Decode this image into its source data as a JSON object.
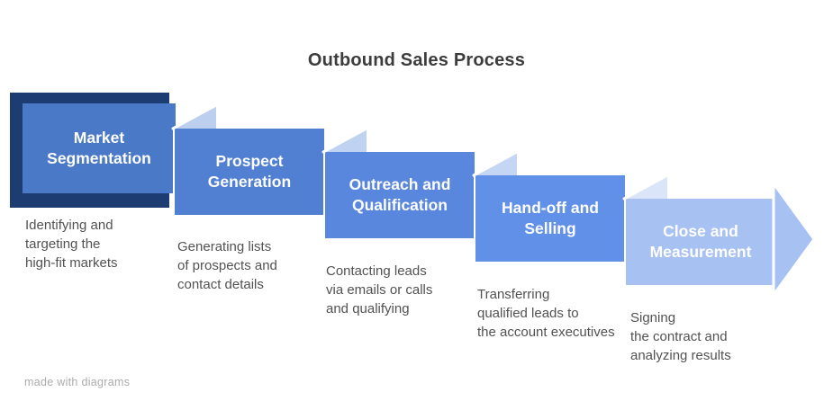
{
  "title": "Outbound Sales Process",
  "watermark": "made with diagrams",
  "colors": {
    "shadow": "#1d3c72",
    "title_text": "#3c3c3c",
    "description_text": "#525252",
    "label_text": "#ffffff",
    "watermark_text": "#ababab",
    "fold1": "#bccfef",
    "fold2": "#c0d2f1",
    "fold3": "#c5d6f4",
    "fold4": "#dbe5fa",
    "outline": "#ffffff"
  },
  "steps": [
    {
      "label": "Market Segmentation",
      "color": "#4a79c7",
      "desc_lines": [
        "Identifying and",
        "targeting the",
        "high-fit markets"
      ]
    },
    {
      "label": "Prospect Generation",
      "color": "#517fd2",
      "desc_lines": [
        "Generating lists",
        "of prospects and",
        "contact details"
      ]
    },
    {
      "label": "Outreach and Qualification",
      "color": "#5987dd",
      "desc_lines": [
        "Contacting leads",
        "via emails or calls",
        "and qualifying"
      ]
    },
    {
      "label": "Hand-off and Selling",
      "color": "#6190e9",
      "desc_lines": [
        "Transferring",
        "qualified leads to",
        "the account executives"
      ]
    },
    {
      "label": "Close and Measurement",
      "color": "#a7c1f3",
      "desc_lines": [
        "Signing",
        "the contract and",
        "analyzing results"
      ]
    }
  ]
}
